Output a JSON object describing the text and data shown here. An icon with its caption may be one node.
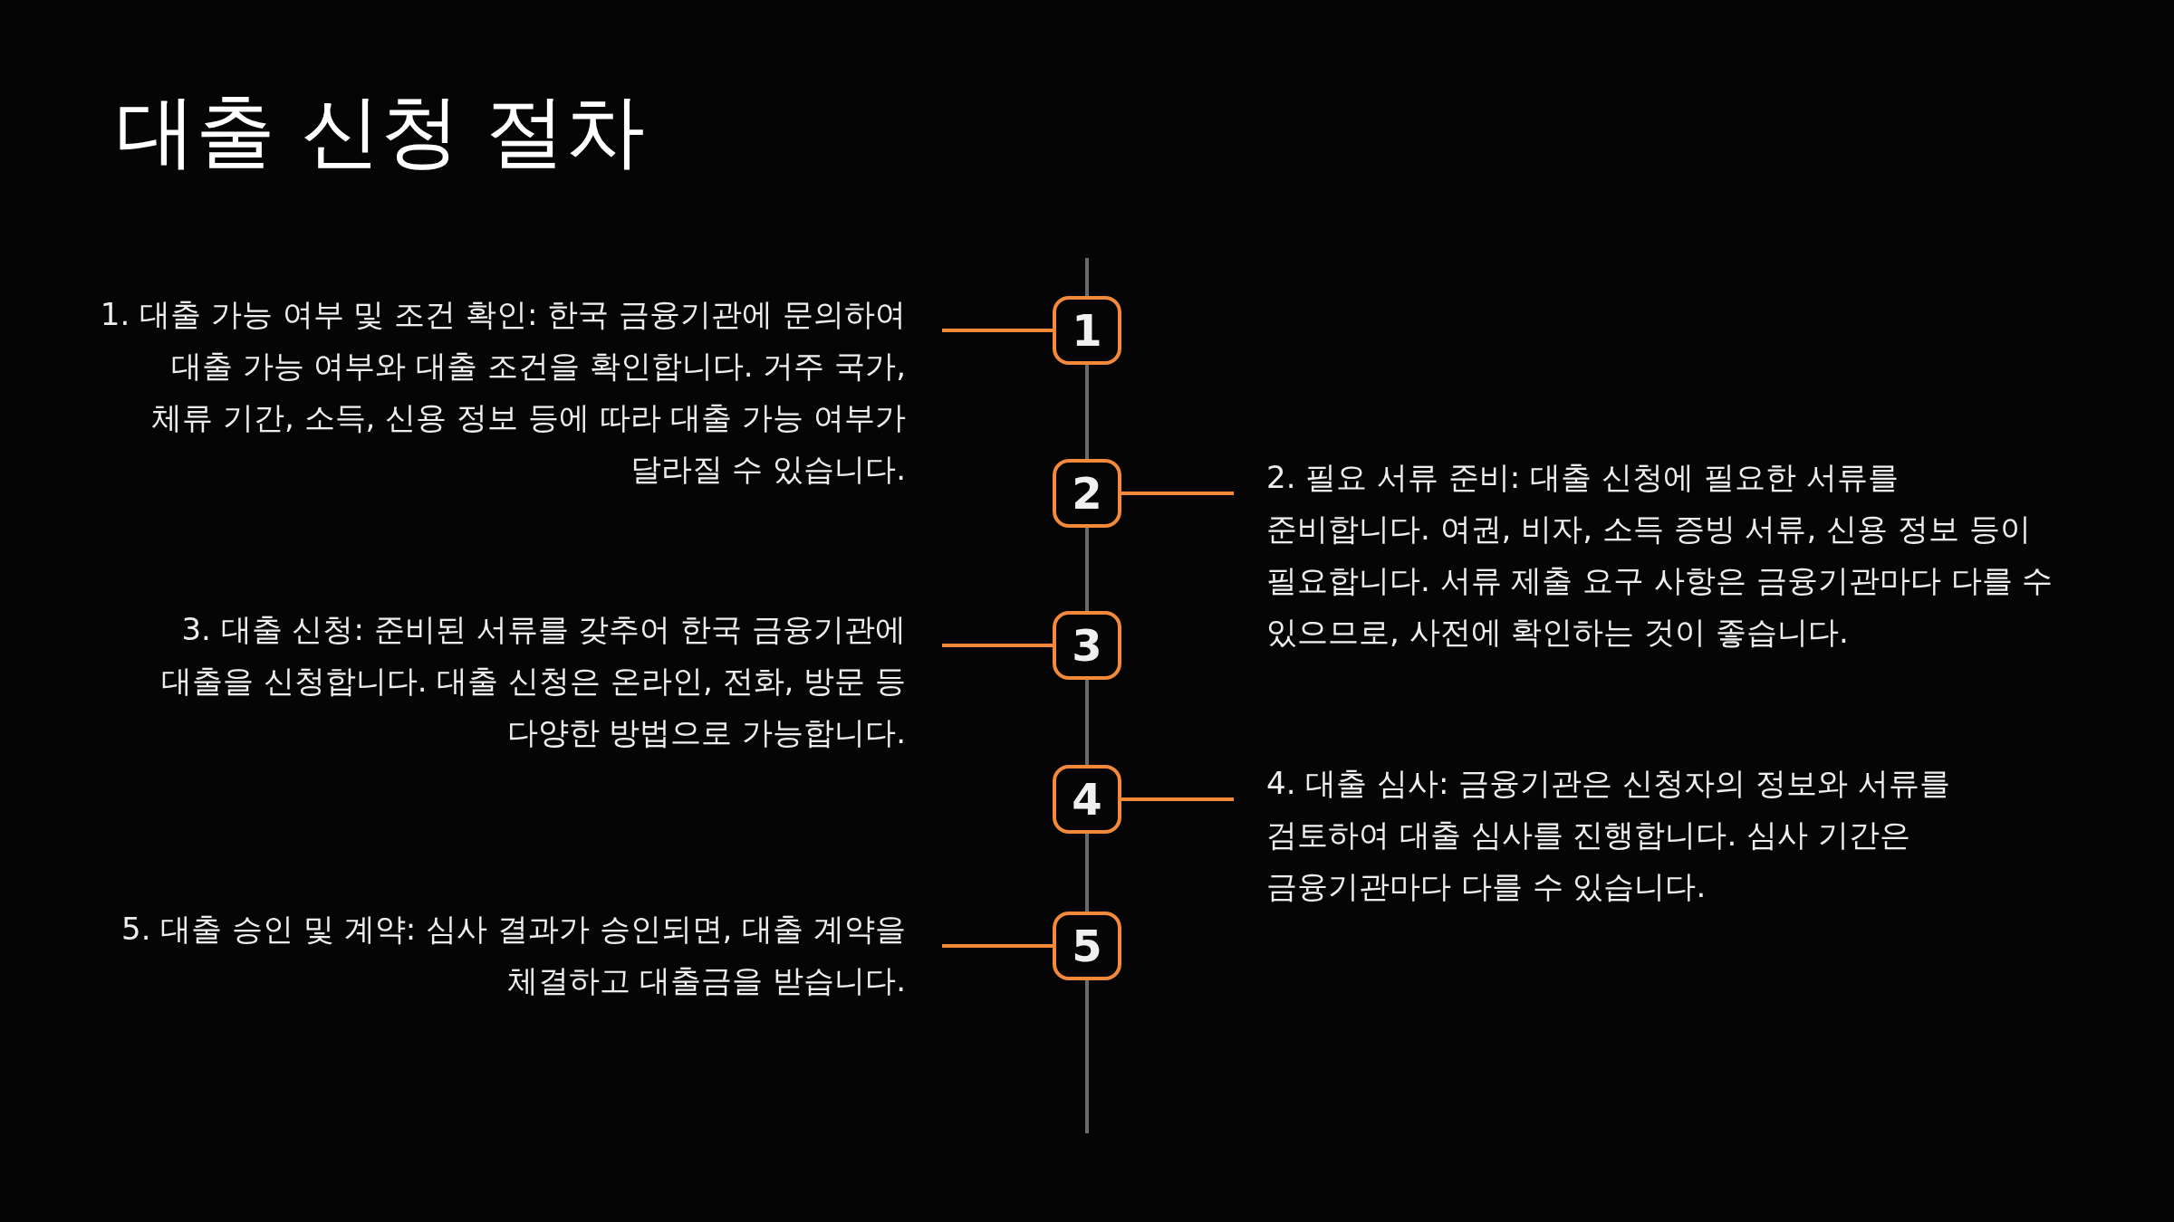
{
  "diagram": {
    "title": "대출 신청 절차",
    "nodes": [
      {
        "text": [
          "1. 대출 가능 여부 및 조건 확인: 한국 금융기관에 문의하여 대출 가능 여부와 대출 조건을 확인합니다. 거주 국가, 체류 기간, 소득, 신용 정보 등에 따라 대출 가능 여부가 달라질 수 있습니다."
        ]
      },
      {
        "text": [
          "1"
        ]
      },
      {
        "text": [
          "2"
        ]
      },
      {
        "text": [
          "2. 필요 서류 준비: 대출 신청에 필요한 서류를 준비합니다. 여권, 비자, 소득 증빙 서류, 신용 정보 등이 필요합니다. 서류 제출 요구 사항은 금융기관마다 다를 수 있으므로, 사전에 확인하는 것이 좋습니다."
        ]
      },
      {
        "text": [
          "3. 대출 신청: 준비된 서류를 갖추어 한국 금융기관에 대출을 신청합니다. 대출 신청은 온라인, 전화, 방문 등 다양한 방법으로 가능합니다."
        ]
      },
      {
        "text": [
          "3"
        ]
      },
      {
        "text": [
          "4"
        ]
      },
      {
        "text": [
          "4. 대출 심사: 금융기관은 신청자의 정보와 서류를 검토하여 대출 심사를 진행합니다. 심사 기간은 금융기관마다 다를 수 있습니다."
        ]
      },
      {
        "text": [
          "5. 대출 승인 및 계약: 심사 결과가 승인되면, 대출 계약을 체결하고 대출금을 받습니다."
        ]
      },
      {
        "text": [
          "5"
        ]
      }
    ],
    "edges": [
      {
        "from": 0,
        "to": 1,
        "arrow": "none"
      },
      {
        "from": 2,
        "to": 3,
        "arrow": "none"
      },
      {
        "from": 4,
        "to": 5,
        "arrow": "none"
      },
      {
        "from": 6,
        "to": 7,
        "arrow": "none"
      },
      {
        "from": 8,
        "to": 9,
        "arrow": "none"
      }
    ]
  }
}
